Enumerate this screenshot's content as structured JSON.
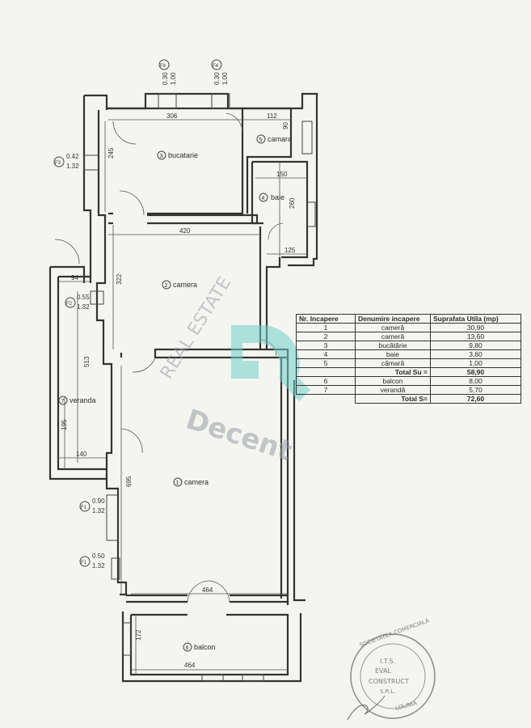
{
  "rooms": [
    {
      "num": "1",
      "name": "camera"
    },
    {
      "num": "2",
      "name": "camera"
    },
    {
      "num": "3",
      "name": "bucatarie"
    },
    {
      "num": "4",
      "name": "baie"
    },
    {
      "num": "5",
      "name": "camara"
    },
    {
      "num": "6",
      "name": "balcon"
    },
    {
      "num": "7",
      "name": "veranda"
    }
  ],
  "windows": [
    {
      "id": "F4",
      "w": "0.30",
      "h": "1.00"
    },
    {
      "id": "F4",
      "w": "0.30",
      "h": "1.00"
    },
    {
      "id": "F3",
      "w": "0.42",
      "h": "1.32"
    },
    {
      "id": "F2",
      "w": "0.55",
      "h": "1.32"
    },
    {
      "id": "F1",
      "w": "0.90",
      "h": "1.32"
    },
    {
      "id": "F1",
      "w": "0.50",
      "h": "1.32"
    }
  ],
  "dimensions": {
    "d306": "306",
    "d112": "112",
    "d90": "90",
    "d245": "245",
    "d150": "150",
    "d260": "260",
    "d420": "420",
    "d125": "125",
    "d94": "94",
    "d322": "322",
    "d513": "513",
    "d195": "195",
    "d140": "140",
    "d695": "695",
    "d464a": "464",
    "d172": "172",
    "d464b": "464"
  },
  "table": {
    "headers": [
      "Nr. Incapere",
      "Denumire incapere",
      "Suprafata Utila (mp)"
    ],
    "rows": [
      {
        "nr": "1",
        "name": "cameră",
        "area": "30,90"
      },
      {
        "nr": "2",
        "name": "cameră",
        "area": "13,60"
      },
      {
        "nr": "3",
        "name": "bucătărie",
        "area": "9,80"
      },
      {
        "nr": "4",
        "name": "baie",
        "area": "3,60"
      },
      {
        "nr": "5",
        "name": "cămară",
        "area": "1,00"
      }
    ],
    "total_su_label": "Total Su =",
    "total_su": "58,90",
    "extra_rows": [
      {
        "nr": "6",
        "name": "balcon",
        "area": "8,00"
      },
      {
        "nr": "7",
        "name": "verandă",
        "area": "5,70"
      }
    ],
    "total_s_label": "Total S=",
    "total_s": "72,60"
  },
  "watermark": {
    "line1": "REAL ESTATE",
    "line2": "Decent",
    "color": "#6fd0c8"
  },
  "stamp": {
    "top": "SOCIETATEA COMERCIALA",
    "mid1": "I.T.S.",
    "mid2": "EVAL",
    "mid3": "CONSTRUCT",
    "mid4": "S.R.L.",
    "bottom": "LOLINIA"
  }
}
